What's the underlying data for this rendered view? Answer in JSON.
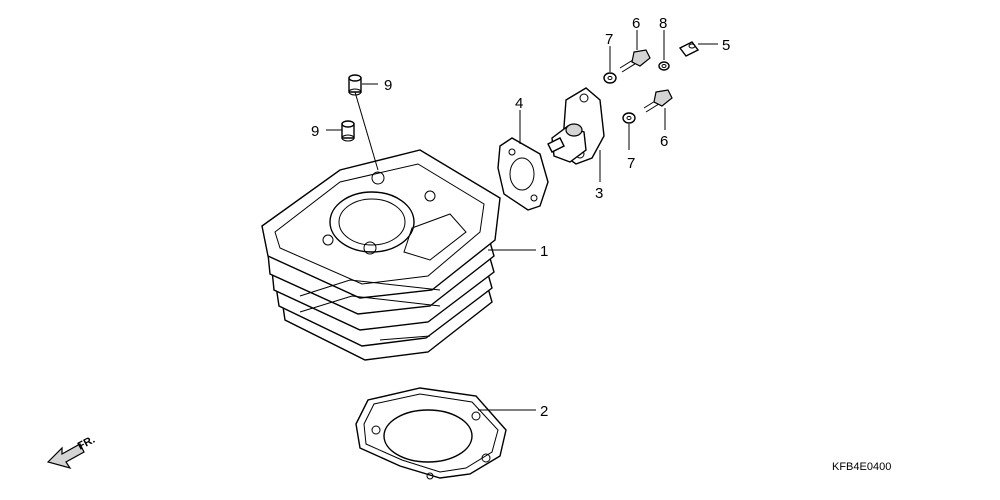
{
  "callouts": {
    "cylinder": "1",
    "base_gasket": "2",
    "tensioner_lifter": "3",
    "tensioner_gasket": "4",
    "sealing_bolt": "5",
    "bolt_top": "6",
    "bolt_bottom": "6",
    "washer_top": "7",
    "washer_bottom": "7",
    "sealing_washer": "8",
    "dowel_top": "9",
    "dowel_left": "9"
  },
  "front_marker": "FR.",
  "diagram_code": "KFB4E0400"
}
